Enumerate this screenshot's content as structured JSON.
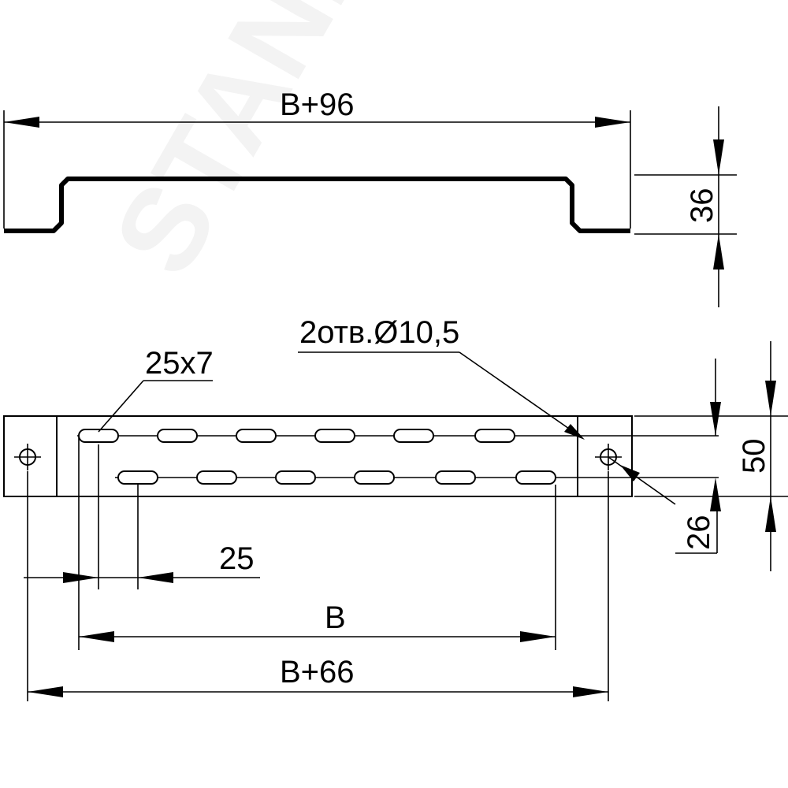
{
  "watermark": "STAND",
  "dimensions": {
    "top_width": "B+96",
    "height": "36",
    "holes_note": "2отв.Ø10,5",
    "slot_size": "25x7",
    "slot_pitch": "25",
    "width_b": "B",
    "total_width": "B+66",
    "plate_height": "50",
    "hole_offset": "26"
  }
}
